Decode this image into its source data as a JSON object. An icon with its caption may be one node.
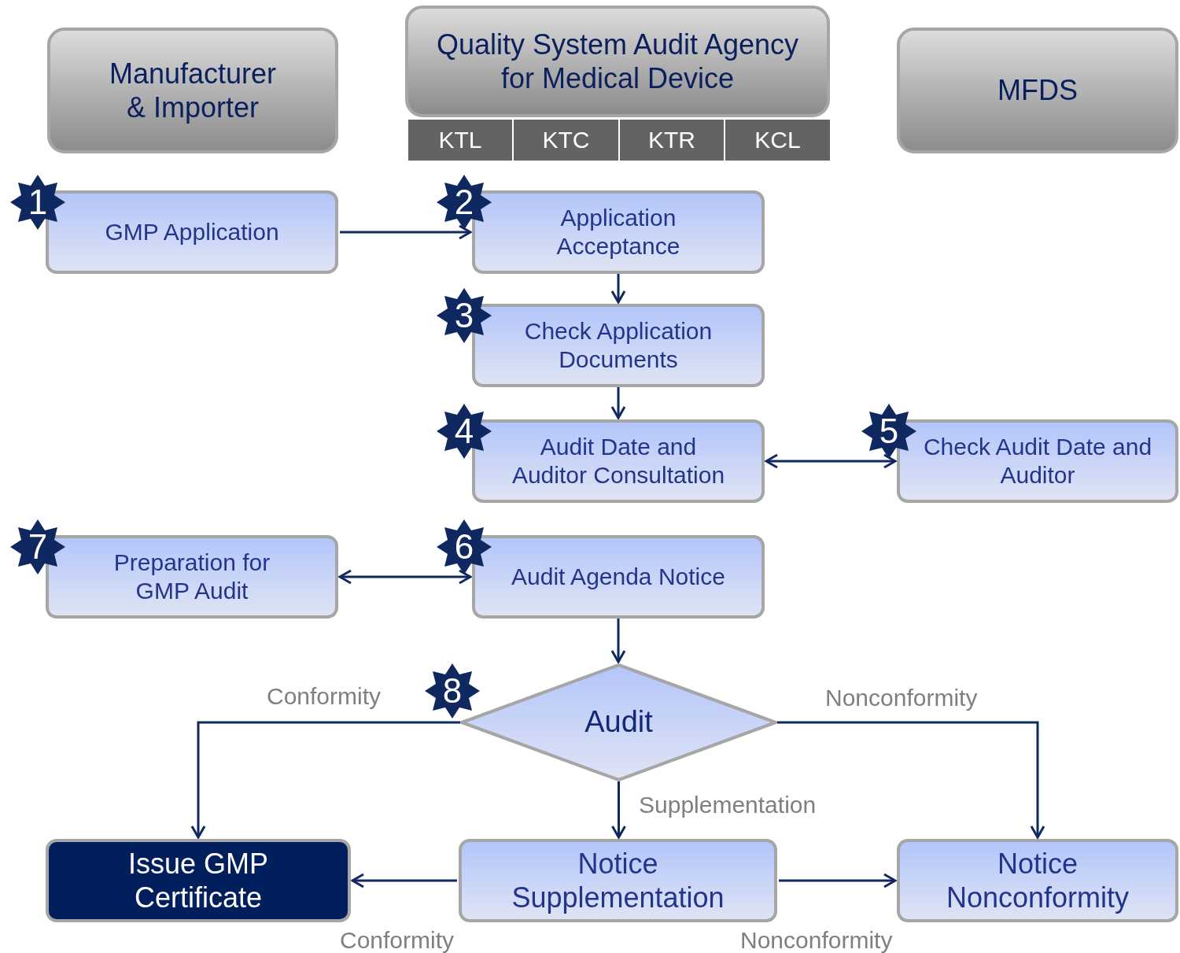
{
  "diagram": {
    "nodes": [
      {
        "text": [
          "Manufacturer & Importer"
        ]
      },
      {
        "text": [
          "Quality System Audit Agency for Medical Device"
        ]
      },
      {
        "text": [
          "KTL"
        ]
      },
      {
        "text": [
          "KTC"
        ]
      },
      {
        "text": [
          "KTR"
        ]
      },
      {
        "text": [
          "KCL"
        ]
      },
      {
        "text": [
          "MFDS"
        ]
      },
      {
        "text": [
          "GMP Application"
        ],
        "beside": [
          "1"
        ]
      },
      {
        "text": [
          "Application Acceptance"
        ],
        "beside": [
          "2"
        ]
      },
      {
        "text": [
          "Check Application Documents"
        ],
        "beside": [
          "3"
        ]
      },
      {
        "text": [
          "Audit Date and Auditor Consultation"
        ],
        "beside": [
          "4"
        ]
      },
      {
        "text": [
          "Check Audit Date and Auditor"
        ],
        "beside": [
          "5"
        ]
      },
      {
        "text": [
          "Preparation for GMP Audit"
        ],
        "beside": [
          "7"
        ]
      },
      {
        "text": [
          "Audit Agenda Notice"
        ],
        "beside": [
          "6"
        ]
      },
      {
        "text": [
          "Audit"
        ],
        "beside": [
          "8"
        ]
      },
      {
        "text": [
          "Issue GMP Certificate"
        ]
      },
      {
        "text": [
          "Notice Supplementation"
        ]
      },
      {
        "text": [
          "Notice Nonconformity"
        ]
      }
    ],
    "edges": [
      {
        "from": 7,
        "to": 8,
        "arrow": "to"
      },
      {
        "from": 8,
        "to": 9,
        "arrow": "to"
      },
      {
        "from": 9,
        "to": 10,
        "arrow": "to"
      },
      {
        "from": 10,
        "to": 11,
        "arrow": "both"
      },
      {
        "from": 12,
        "to": 13,
        "arrow": "both"
      },
      {
        "from": 13,
        "to": 14,
        "arrow": "to"
      },
      {
        "from": 14,
        "to": 15,
        "arrow": "to",
        "label": "Conformity"
      },
      {
        "from": 14,
        "to": 16,
        "arrow": "to",
        "label": "Supplementation"
      },
      {
        "from": 14,
        "to": 17,
        "arrow": "to",
        "label": "Nonconformity"
      },
      {
        "from": 16,
        "to": 15,
        "arrow": "to",
        "label": "Conformity"
      },
      {
        "from": 16,
        "to": 17,
        "arrow": "to",
        "label": "Nonconformity"
      }
    ]
  }
}
